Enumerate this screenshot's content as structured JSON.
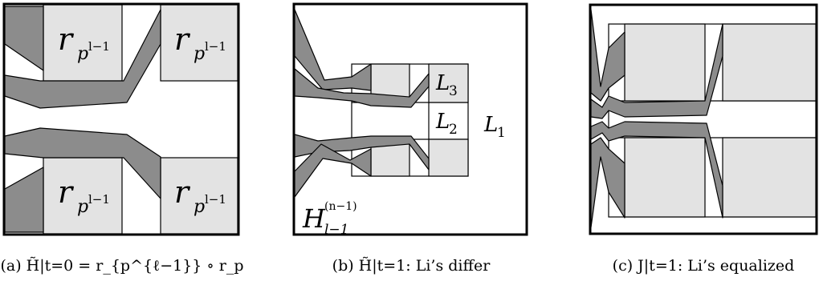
{
  "panels": [
    {
      "caption": "(a) H̃|t=0 = r_{p^{ℓ−1}} ∘ r_p",
      "box_labels": [
        {
          "main": "r",
          "sub": "p",
          "sup": "l−1"
        },
        {
          "main": "r",
          "sub": "p",
          "sup": "l−1"
        },
        {
          "main": "r",
          "sub": "p",
          "sup": "l−1"
        },
        {
          "main": "r",
          "sub": "p",
          "sup": "l−1"
        }
      ]
    },
    {
      "caption": "(b) H̃|t=1: Li’s differ",
      "labels": {
        "L3": {
          "main": "L",
          "sub": "3"
        },
        "L2": {
          "main": "L",
          "sub": "2"
        },
        "L1": {
          "main": "L",
          "sub": "1"
        },
        "H": {
          "main": "H",
          "sub": "l−1",
          "sup": "(n−1)"
        }
      }
    },
    {
      "caption": "(c) J|t=1: Li’s equalized"
    }
  ]
}
